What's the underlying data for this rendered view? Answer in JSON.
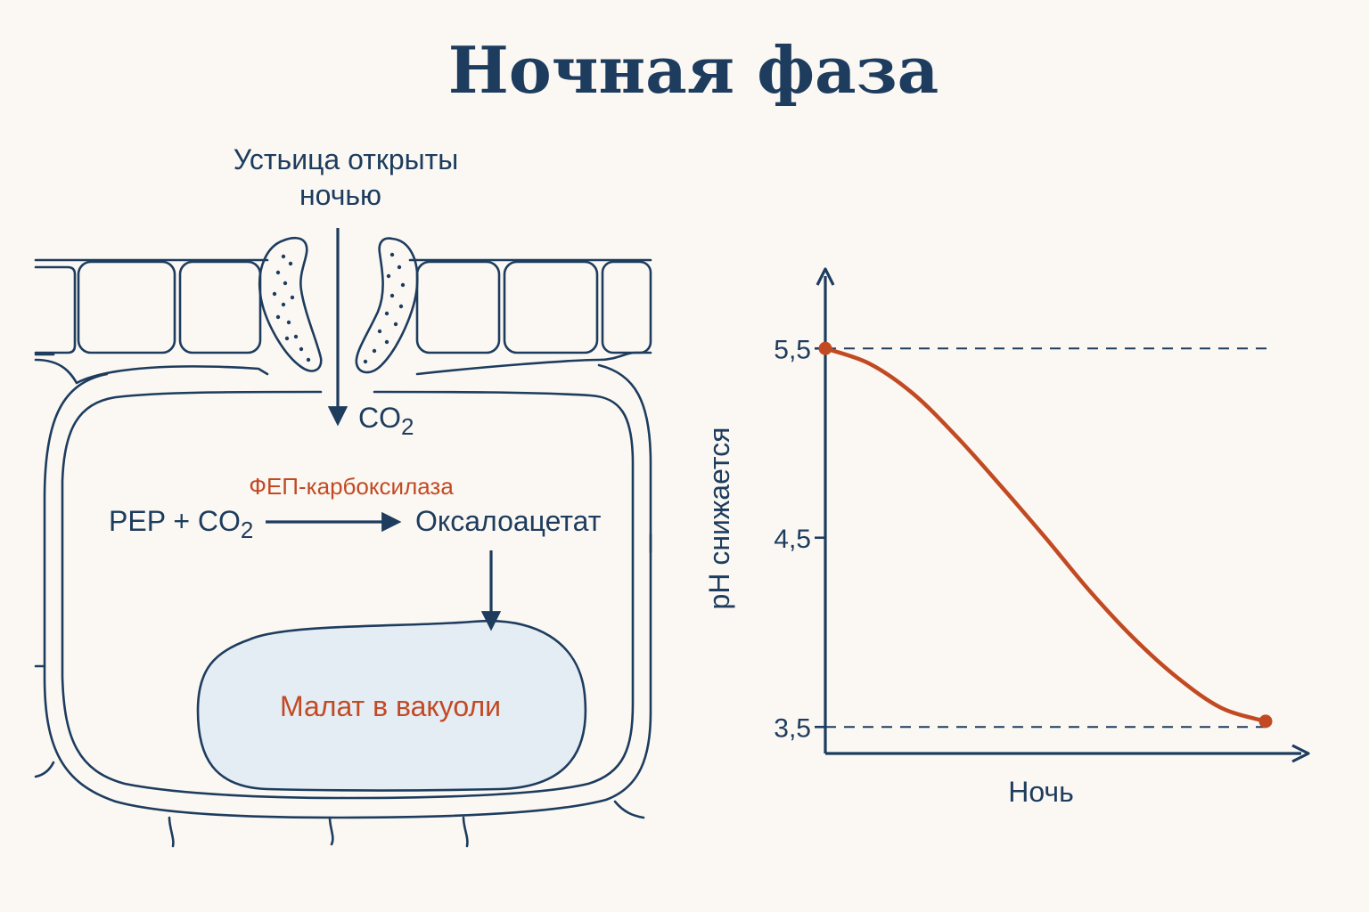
{
  "colors": {
    "background": "#fbf8f3",
    "ink": "#1d3c5e",
    "accent": "#c24a23",
    "vacuole_fill": "#e4ecf4"
  },
  "title": "Ночная фаза",
  "diagram": {
    "stomata_label_line1": "Устьица открыты",
    "stomata_label_line2": "ночью",
    "co2_label": "CO",
    "co2_subscript": "2",
    "enzyme_label": "ФЕП-карбоксилаза",
    "reactant_label": "PEP + CO",
    "reactant_subscript": "2",
    "product_label": "Оксалоацетат",
    "vacuole_label": "Малат в вакуоли"
  },
  "chart_data": {
    "type": "line",
    "xlabel": "Ночь",
    "ylabel": "pH снижается",
    "ylim": [
      3.36,
      5.92
    ],
    "yticks": [
      {
        "value": 3.5,
        "label": "3,5"
      },
      {
        "value": 4.5,
        "label": "4,5"
      },
      {
        "value": 5.5,
        "label": "5,5"
      }
    ],
    "reference_lines": [
      5.5,
      3.5
    ],
    "series": [
      {
        "color": "#c24a23",
        "x": [
          0,
          0.1,
          0.2,
          0.3,
          0.4,
          0.5,
          0.6,
          0.7,
          0.8,
          0.9,
          1.0
        ],
        "values": [
          5.5,
          5.42,
          5.26,
          5.03,
          4.77,
          4.5,
          4.22,
          3.97,
          3.76,
          3.6,
          3.53
        ]
      }
    ],
    "endpoints": [
      {
        "x": 0,
        "y": 5.5
      },
      {
        "x": 1.0,
        "y": 3.53
      }
    ]
  }
}
